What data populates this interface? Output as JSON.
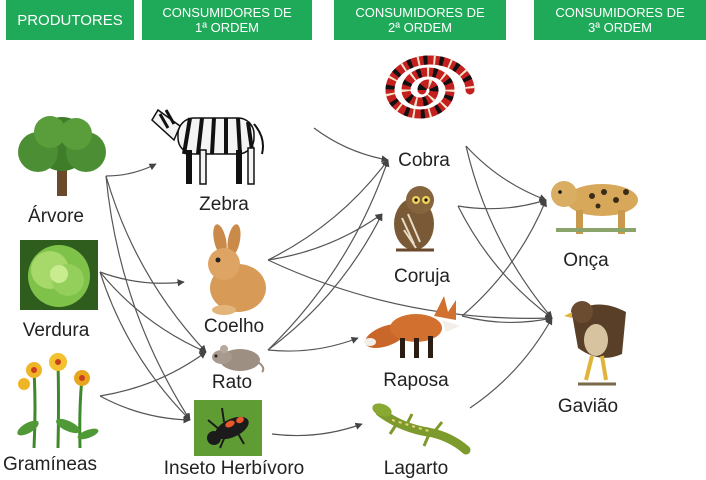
{
  "headers": {
    "producers": "PRODUTORES",
    "first": "CONSUMIDORES DE\n1ª ORDEM",
    "second": "CONSUMIDORES DE\n2ª ORDEM",
    "third": "CONSUMIDORES DE\n3ª ORDEM"
  },
  "labels": {
    "arvore": "Árvore",
    "verdura": "Verdura",
    "graminea": "Gramíneas",
    "zebra": "Zebra",
    "coelho": "Coelho",
    "rato": "Rato",
    "inseto": "Inseto Herbívoro",
    "cobra": "Cobra",
    "coruja": "Coruja",
    "raposa": "Raposa",
    "lagarto": "Lagarto",
    "onca": "Onça",
    "gaviao": "Gavião"
  },
  "links": [
    [
      "arvore",
      "zebra"
    ],
    [
      "arvore",
      "rato"
    ],
    [
      "arvore",
      "inseto"
    ],
    [
      "verdura",
      "coelho"
    ],
    [
      "verdura",
      "rato"
    ],
    [
      "verdura",
      "inseto"
    ],
    [
      "graminea",
      "rato"
    ],
    [
      "graminea",
      "inseto"
    ],
    [
      "zebra",
      "cobra"
    ],
    [
      "coelho",
      "cobra"
    ],
    [
      "coelho",
      "coruja"
    ],
    [
      "coelho",
      "gaviao"
    ],
    [
      "rato",
      "raposa"
    ],
    [
      "rato",
      "cobra"
    ],
    [
      "rato",
      "coruja"
    ],
    [
      "inseto",
      "lagarto"
    ],
    [
      "cobra",
      "onca"
    ],
    [
      "cobra",
      "gaviao"
    ],
    [
      "coruja",
      "onca"
    ],
    [
      "coruja",
      "gaviao"
    ],
    [
      "raposa",
      "onca"
    ],
    [
      "raposa",
      "gaviao"
    ],
    [
      "lagarto",
      "gaviao"
    ]
  ]
}
